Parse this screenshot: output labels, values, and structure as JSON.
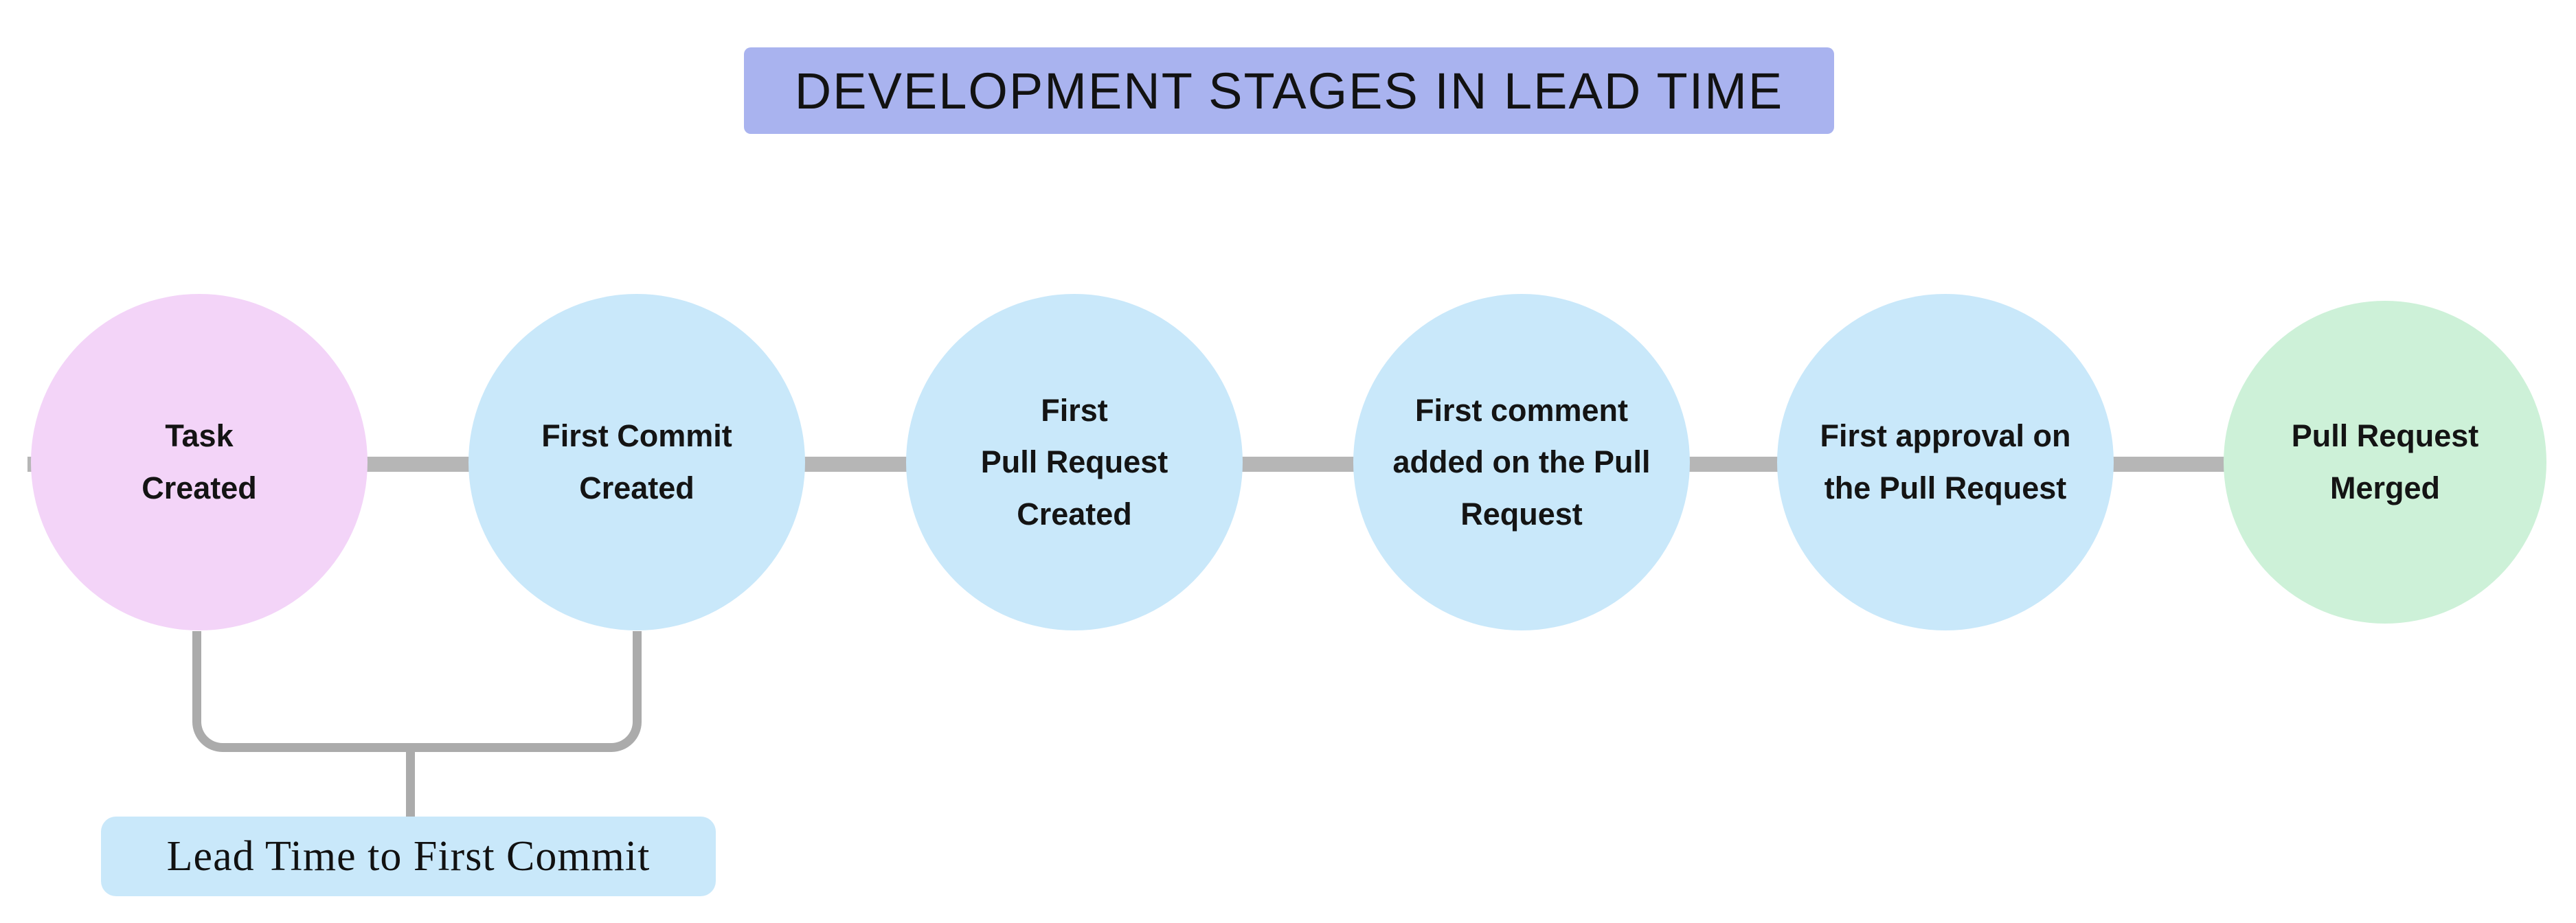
{
  "title": {
    "text": "DEVELOPMENT STAGES IN LEAD TIME"
  },
  "stages": [
    {
      "name": "task-created",
      "lines": [
        "Task",
        "Created"
      ],
      "fill": "#f3d4f8"
    },
    {
      "name": "first-commit-created",
      "lines": [
        "First Commit",
        "Created"
      ],
      "fill": "#c9e8fa"
    },
    {
      "name": "first-pull-request-created",
      "lines": [
        "First",
        "Pull Request",
        "Created"
      ],
      "fill": "#c9e8fa"
    },
    {
      "name": "first-comment-added",
      "lines": [
        "First comment",
        "added on the Pull",
        "Request"
      ],
      "fill": "#c9e8fa"
    },
    {
      "name": "first-approval",
      "lines": [
        "First approval on",
        "the Pull Request"
      ],
      "fill": "#c9e8fa"
    },
    {
      "name": "pull-request-merged",
      "lines": [
        "Pull Request",
        "Merged"
      ],
      "fill": "#cdf1d8"
    }
  ],
  "annotation": {
    "label": "Lead Time to First Commit"
  },
  "colors": {
    "title_bg": "#a9b3ef",
    "connector": "#b6b6b6",
    "bracket": "#ababab",
    "annotation_bg": "#c9e8fa",
    "text": "#141414"
  }
}
